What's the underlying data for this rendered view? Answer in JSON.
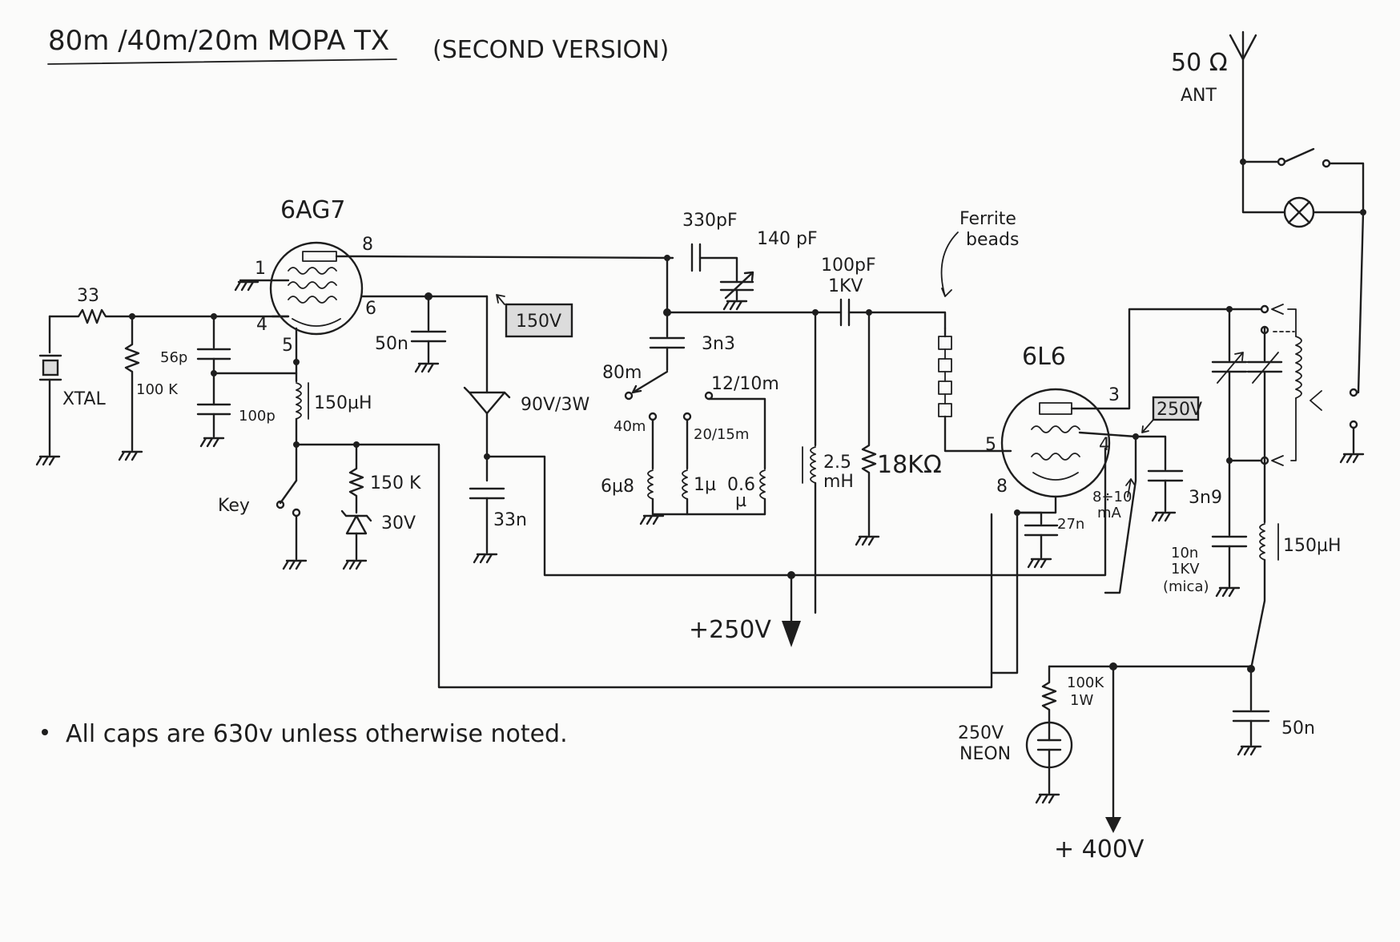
{
  "header": {
    "title": "80m /40m/20m MOPA TX",
    "subtitle": "(SECOND VERSION)"
  },
  "note": "All caps are 630v unless otherwise noted.",
  "tubes": {
    "osc": {
      "name": "6AG7",
      "pins": [
        "1",
        "8",
        "4",
        "6",
        "5"
      ]
    },
    "pa": {
      "name": "6L6",
      "pins": [
        "3",
        "5",
        "4",
        "8"
      ]
    }
  },
  "components": {
    "r_33": "33",
    "xtal": "XTAL",
    "r_100k": "100 K",
    "c_56p": "56p",
    "c_100p": "100p",
    "l_150uh": "150µH",
    "c_50n_screen": "50n",
    "r_150k": "150 K",
    "zener_30v": "30V",
    "key": "Key",
    "box_150v": "150V",
    "zener_90v": "90V/3W",
    "c_33n": "33n",
    "c_330pf": "330pF",
    "c_140pf": "140 pF",
    "c_3n3": "3n3",
    "band_80m": "80m",
    "band_40m": "40m",
    "band_12_10m": "12/10m",
    "band_20_15m": "20/15m",
    "l_6u8": "6µ8",
    "l_1u": "1µ",
    "l_0u6": "0.6",
    "l_0u6_unit": "µ",
    "c_100pf": "100pF",
    "c_100pf_v": "1KV",
    "l_2m5": "2.5",
    "l_2m5_unit": "mH",
    "r_18k": "18KΩ",
    "ferrite_1": "Ferrite",
    "ferrite_2": "beads",
    "c_27n": "27n",
    "current_1": "8÷10",
    "current_2": "mA",
    "box_250v": "250V",
    "c_3n9": "3n9",
    "c_10n_1": "10n",
    "c_10n_2": "1KV",
    "c_10n_3": "(mica)",
    "l_150uh_pa": "150µH",
    "c_50n_supply": "50n",
    "r_100k_1w_1": "100K",
    "r_100k_1w_2": "1W",
    "neon_1": "250V",
    "neon_2": "NEON",
    "ant_1": "50 Ω",
    "ant_2": "ANT"
  },
  "rails": {
    "plus_250v": "+250V",
    "plus_400v": "+ 400V"
  }
}
